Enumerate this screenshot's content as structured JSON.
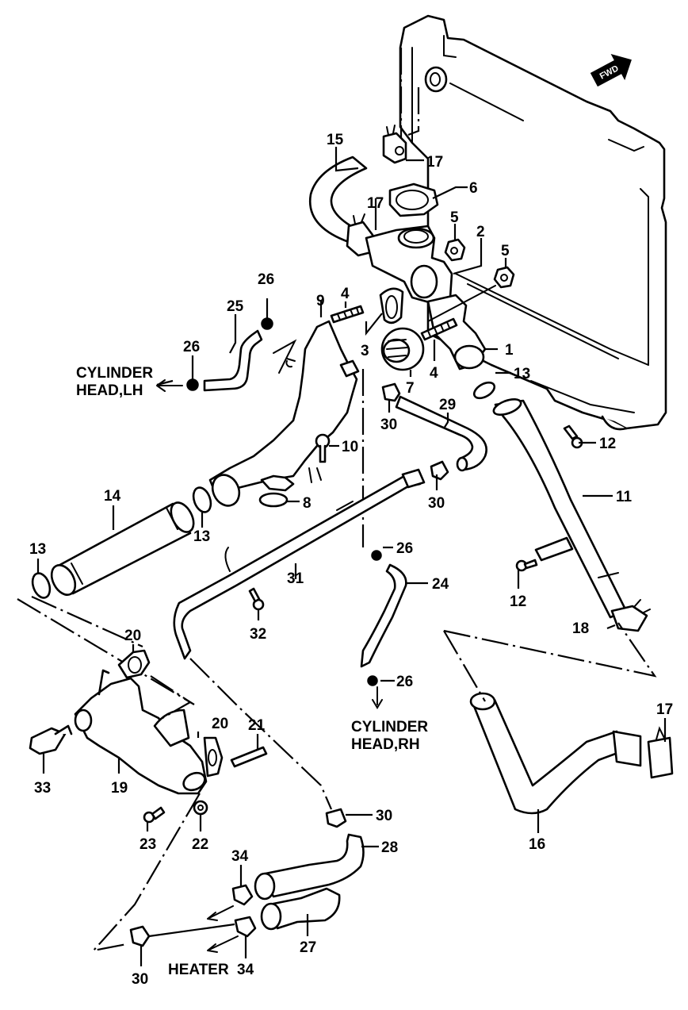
{
  "diagram": {
    "title": "Radiator hose / water inlet exploded parts view",
    "front_arrow": "FWD",
    "notes": {
      "cyl_lh_line1": "CYLINDER",
      "cyl_lh_line2": "HEAD,LH",
      "cyl_rh_line1": "CYLINDER",
      "cyl_rh_line2": "HEAD,RH",
      "heater": "HEATER"
    },
    "callouts": [
      {
        "id": "c1",
        "label": "1"
      },
      {
        "id": "c2",
        "label": "2"
      },
      {
        "id": "c3",
        "label": "3"
      },
      {
        "id": "c4a",
        "label": "4"
      },
      {
        "id": "c4b",
        "label": "4"
      },
      {
        "id": "c5a",
        "label": "5"
      },
      {
        "id": "c5b",
        "label": "5"
      },
      {
        "id": "c6",
        "label": "6"
      },
      {
        "id": "c7",
        "label": "7"
      },
      {
        "id": "c8",
        "label": "8"
      },
      {
        "id": "c9",
        "label": "9"
      },
      {
        "id": "c10",
        "label": "10"
      },
      {
        "id": "c11",
        "label": "11"
      },
      {
        "id": "c12a",
        "label": "12"
      },
      {
        "id": "c12b",
        "label": "12"
      },
      {
        "id": "c13a",
        "label": "13"
      },
      {
        "id": "c13b",
        "label": "13"
      },
      {
        "id": "c13c",
        "label": "13"
      },
      {
        "id": "c14",
        "label": "14"
      },
      {
        "id": "c15",
        "label": "15"
      },
      {
        "id": "c16",
        "label": "16"
      },
      {
        "id": "c17a",
        "label": "17"
      },
      {
        "id": "c17b",
        "label": "17"
      },
      {
        "id": "c17c",
        "label": "17"
      },
      {
        "id": "c18",
        "label": "18"
      },
      {
        "id": "c19",
        "label": "19"
      },
      {
        "id": "c20a",
        "label": "20"
      },
      {
        "id": "c20b",
        "label": "20"
      },
      {
        "id": "c21",
        "label": "21"
      },
      {
        "id": "c22",
        "label": "22"
      },
      {
        "id": "c23",
        "label": "23"
      },
      {
        "id": "c24",
        "label": "24"
      },
      {
        "id": "c25",
        "label": "25"
      },
      {
        "id": "c26a",
        "label": "26"
      },
      {
        "id": "c26b",
        "label": "26"
      },
      {
        "id": "c26c",
        "label": "26"
      },
      {
        "id": "c26d",
        "label": "26"
      },
      {
        "id": "c27",
        "label": "27"
      },
      {
        "id": "c28",
        "label": "28"
      },
      {
        "id": "c29",
        "label": "29"
      },
      {
        "id": "c30a",
        "label": "30"
      },
      {
        "id": "c30b",
        "label": "30"
      },
      {
        "id": "c30c",
        "label": "30"
      },
      {
        "id": "c30d",
        "label": "30"
      },
      {
        "id": "c31",
        "label": "31"
      },
      {
        "id": "c32",
        "label": "32"
      },
      {
        "id": "c33",
        "label": "33"
      },
      {
        "id": "c34a",
        "label": "34"
      },
      {
        "id": "c34b",
        "label": "34"
      }
    ]
  }
}
